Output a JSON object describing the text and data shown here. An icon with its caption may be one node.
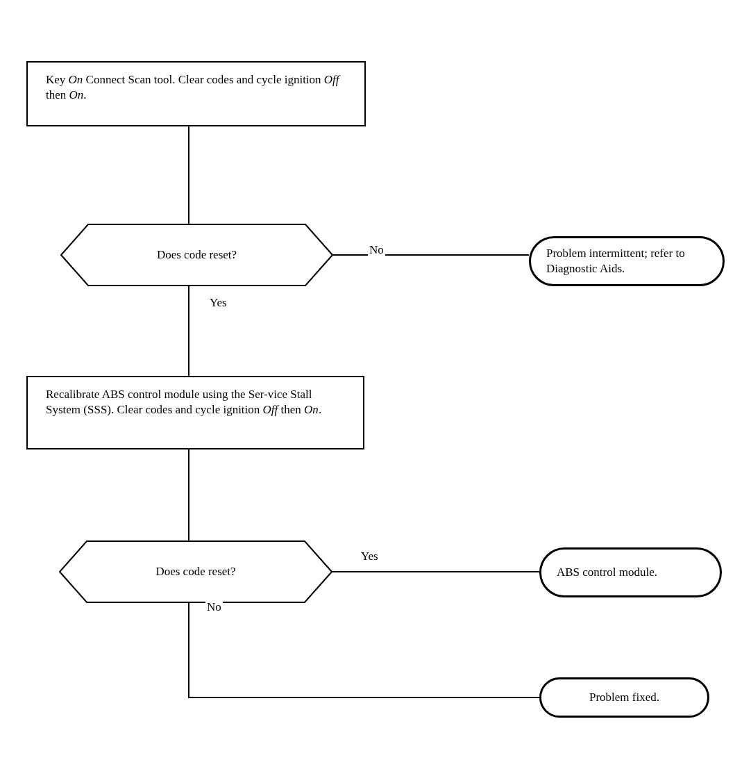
{
  "diagram": {
    "nodes": [
      {
        "text": [
          "Key *On* Connect Scan tool. Clear codes and cycle ignition *Off* then *On*."
        ]
      },
      {
        "text": [
          "Does code reset?"
        ]
      },
      {
        "text": [
          "Problem intermittent; refer to Diagnostic Aids."
        ]
      },
      {
        "text": [
          "Recalibrate ABS control module using the Ser-vice Stall System (SSS). Clear codes and cycle ignition *Off* then *On*."
        ]
      },
      {
        "text": [
          "Does code reset?"
        ]
      },
      {
        "text": [
          "ABS control module."
        ]
      },
      {
        "text": [
          "Problem fixed."
        ]
      }
    ],
    "edges": [
      {
        "from": 0,
        "to": 1,
        "arrow": "none"
      },
      {
        "from": 1,
        "to": 2,
        "arrow": "none",
        "label": "No"
      },
      {
        "from": 1,
        "to": 3,
        "arrow": "none",
        "label": "Yes"
      },
      {
        "from": 3,
        "to": 4,
        "arrow": "none"
      },
      {
        "from": 4,
        "to": 5,
        "arrow": "none",
        "label": "Yes"
      },
      {
        "from": 4,
        "to": 6,
        "arrow": "none",
        "label": "No"
      }
    ]
  }
}
